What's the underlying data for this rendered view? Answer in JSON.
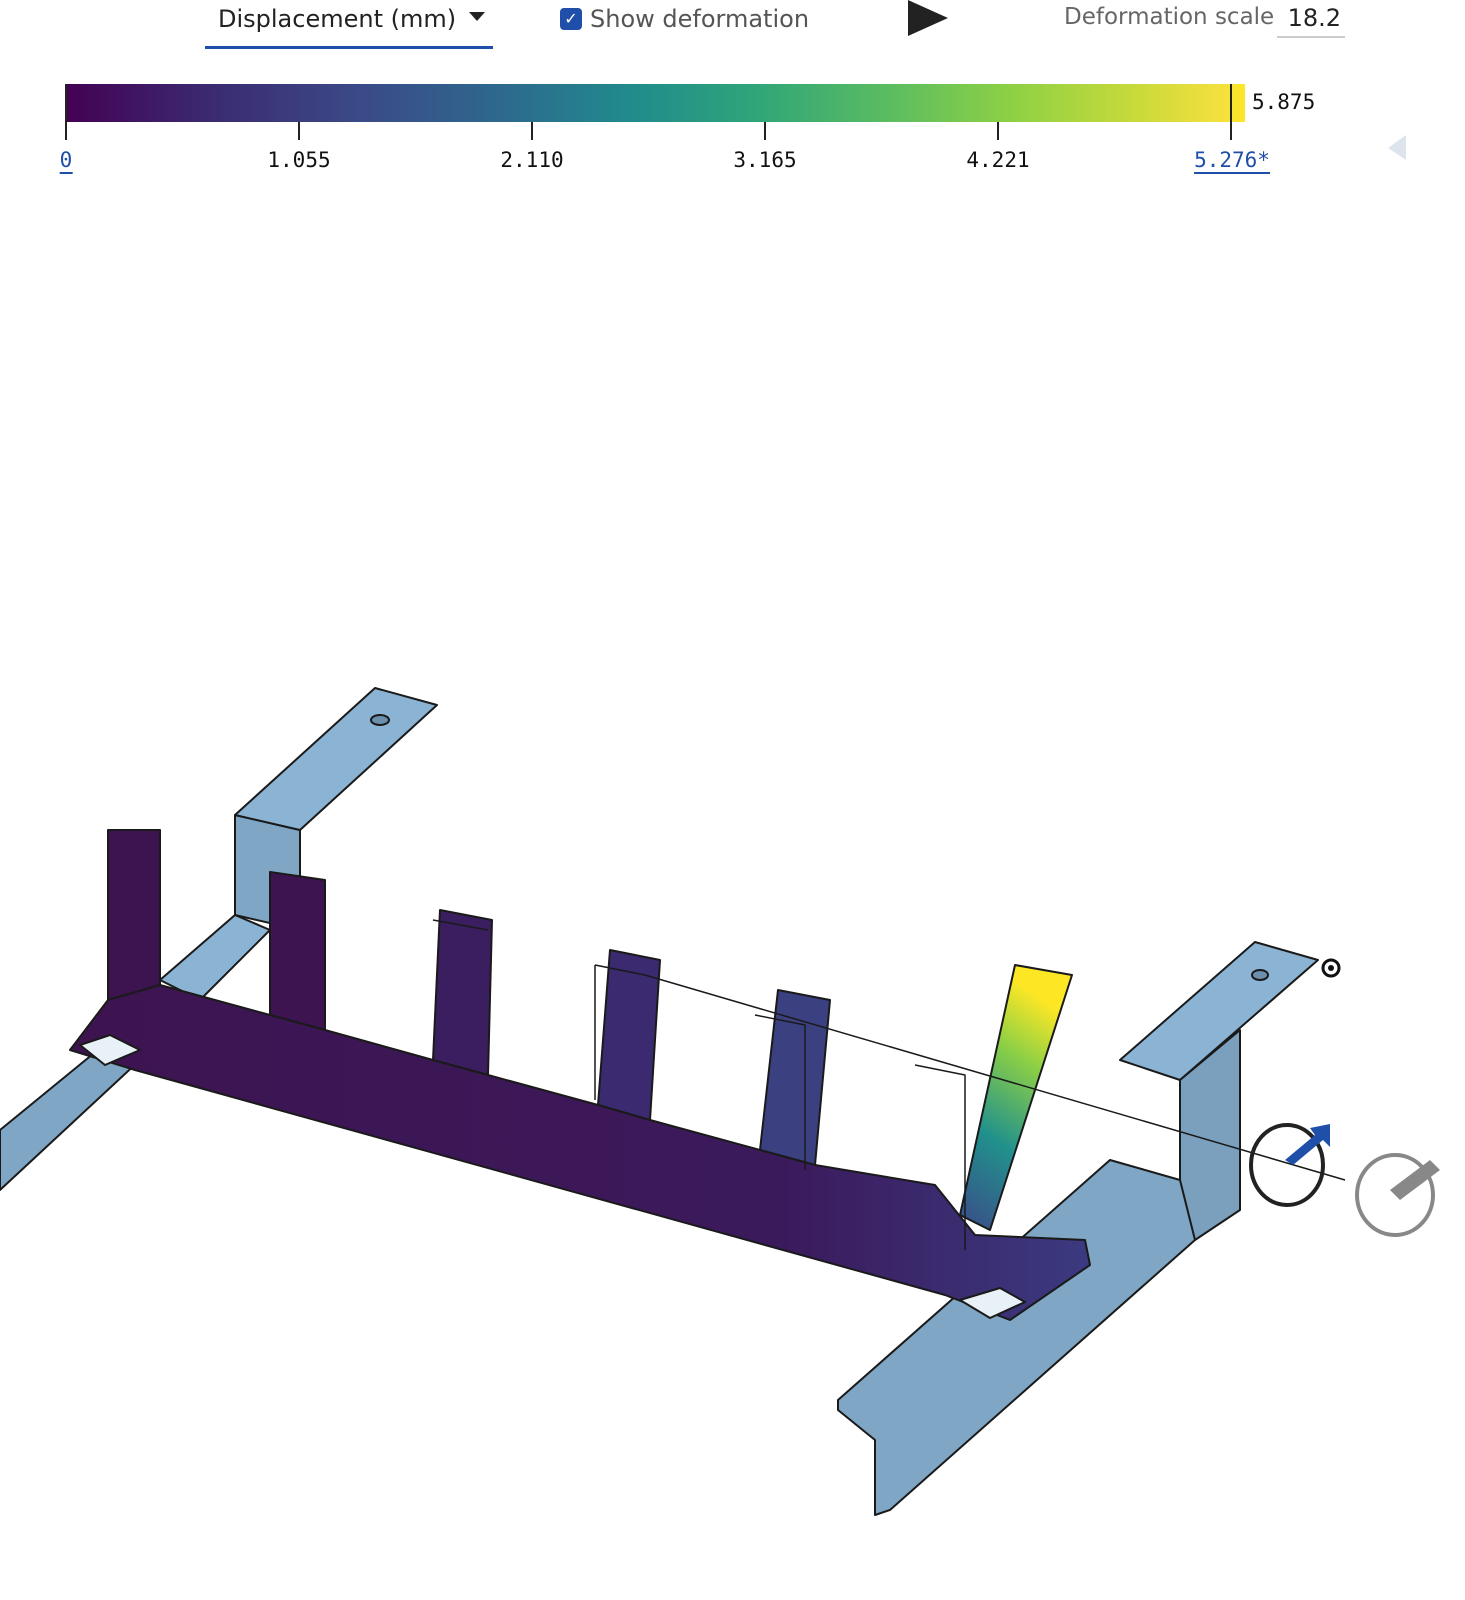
{
  "toolbar": {
    "result_type": "Displacement (mm)",
    "show_deformation_label": "Show deformation",
    "show_deformation_checked": true,
    "deformation_scale_label": "Deformation scale",
    "deformation_scale_value": "18.2"
  },
  "legend": {
    "min": "0",
    "ticks": [
      "1.055",
      "2.110",
      "3.165",
      "4.221"
    ],
    "range_max": "5.276*",
    "overall_max": "5.875",
    "colors": [
      "#440154",
      "#3b528b",
      "#21918c",
      "#5ec962",
      "#fde725"
    ]
  }
}
